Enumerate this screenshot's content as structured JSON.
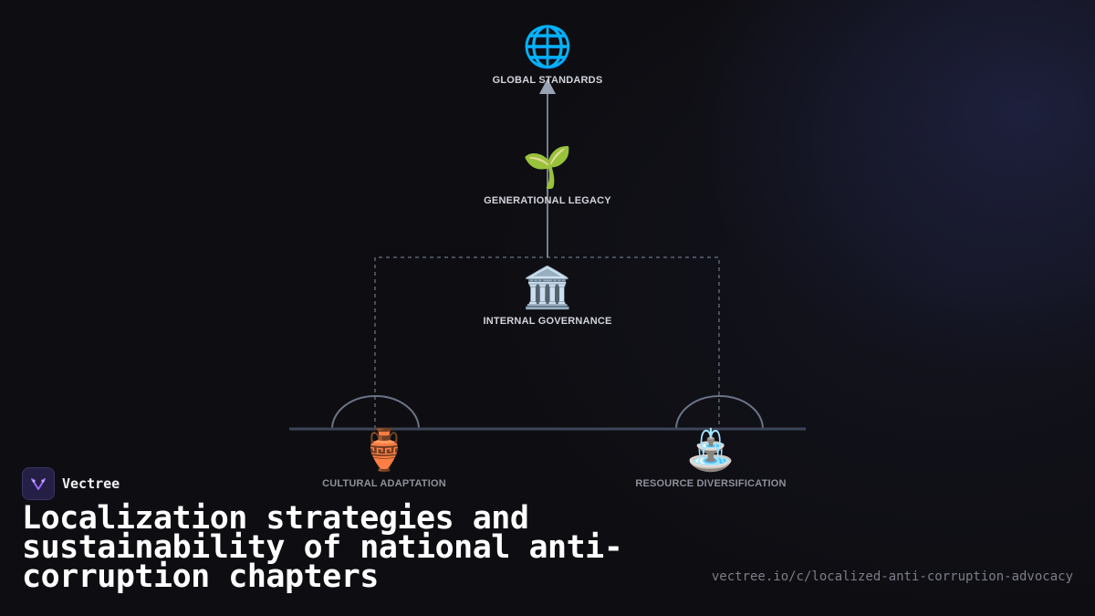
{
  "diagram": {
    "nodes": [
      {
        "id": "global",
        "icon": "🌐",
        "icon_name": "globe-icon",
        "label": "GLOBAL STANDARDS"
      },
      {
        "id": "legacy",
        "icon": "🌱",
        "icon_name": "seedling-icon",
        "label": "GENERATIONAL LEGACY"
      },
      {
        "id": "governance",
        "icon": "🏛️",
        "icon_name": "classical-building-icon",
        "label": "INTERNAL GOVERNANCE"
      },
      {
        "id": "cultural",
        "icon": "🏺",
        "icon_name": "amphora-icon",
        "label": "CULTURAL ADAPTATION"
      },
      {
        "id": "resource",
        "icon": "⛲",
        "icon_name": "fountain-icon",
        "label": "RESOURCE DIVERSIFICATION"
      }
    ],
    "colors": {
      "line": "#9aa3b5",
      "platform": "#3d4658",
      "dashed": "#5a6272",
      "arch": "#6b7487"
    }
  },
  "brand": {
    "name": "Vectree",
    "logo_icon": "vectree-logo-icon",
    "accent": "#9b6bff"
  },
  "title": "Localization strategies and sustainability of national anti-corruption chapters",
  "url": "vectree.io/c/localized-anti-corruption-advocacy"
}
